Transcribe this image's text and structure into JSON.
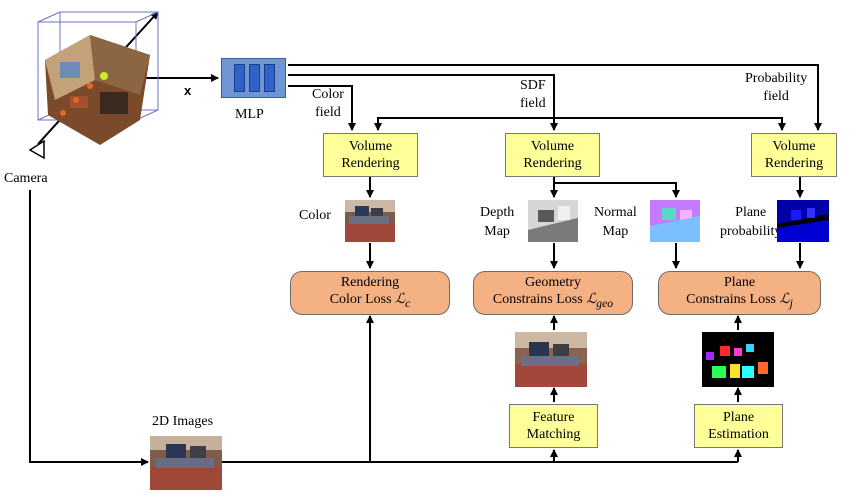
{
  "labels": {
    "camera": "Camera",
    "x": "x",
    "mlp": "MLP",
    "color_field": [
      "Color",
      "field"
    ],
    "sdf_field": [
      "SDF",
      "field"
    ],
    "probability_field": [
      "Probability",
      "field"
    ],
    "color": "Color",
    "depth_map": [
      "Depth",
      "Map"
    ],
    "normal_map": [
      "Normal",
      "Map"
    ],
    "plane_probability": [
      "Plane",
      "probability"
    ],
    "images_2d": "2D Images"
  },
  "boxes": {
    "vr_color": [
      "Volume",
      "Rendering"
    ],
    "vr_sdf": [
      "Volume",
      "Rendering"
    ],
    "vr_prob": [
      "Volume",
      "Rendering"
    ],
    "feature_matching": [
      "Feature",
      "Matching"
    ],
    "plane_estimation": [
      "Plane",
      "Estimation"
    ]
  },
  "losses": {
    "color": {
      "line1": "Rendering",
      "line2": "Color Loss ",
      "symbol": "ℒ",
      "sub": "c"
    },
    "geo": {
      "line1": "Geometry",
      "line2": "Constrains Loss ",
      "symbol": "ℒ",
      "sub": "geo"
    },
    "plane": {
      "line1": "Plane",
      "line2": "Constrains Loss ",
      "symbol": "ℒ",
      "sub": "j"
    }
  },
  "colors": {
    "box_yellow": "#ffff99",
    "loss_orange": "#f4b183",
    "mlp_blue": "#6f95d4",
    "arrow": "#000000"
  }
}
